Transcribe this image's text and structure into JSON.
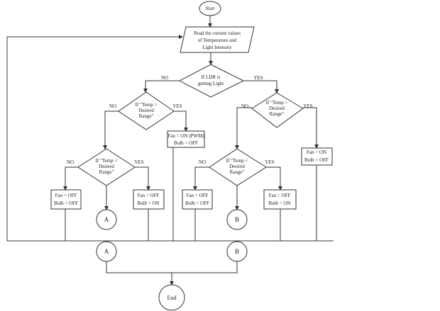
{
  "start": "Start",
  "end": "End",
  "input": [
    "Read the current values",
    "of Temperature and",
    "Light Intensity"
  ],
  "decision_ldr": [
    "If LDR is",
    "getting Light"
  ],
  "decision_temp_gt": [
    "If \"Temp >",
    "Desired",
    "Range\""
  ],
  "decision_temp_lt": [
    "If \"Temp <",
    "Desired",
    "Range\""
  ],
  "yes": "YES",
  "no": "NO",
  "box_fan_pwm": [
    "Fan = ON (PWM)",
    "Bulb = OFF"
  ],
  "box_fan_on": [
    "Fan = ON",
    "Bulb = OFF"
  ],
  "box_all_off": [
    "Fan = OFF",
    "Bulb = OFF"
  ],
  "box_bulb_on": [
    "Fan = OFF",
    "Bulb = ON"
  ],
  "connector_a": "A",
  "connector_b": "B"
}
